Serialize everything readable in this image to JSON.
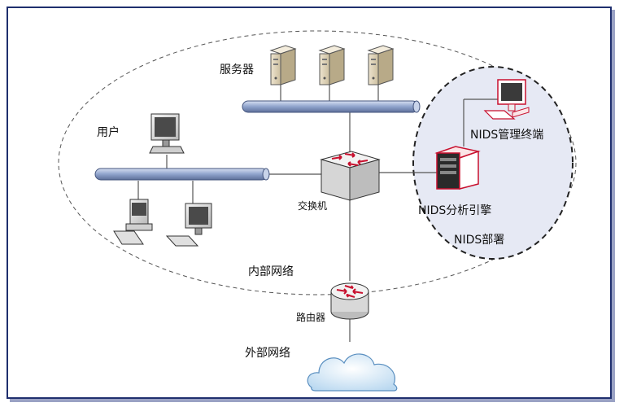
{
  "labels": {
    "servers": "服务器",
    "users": "用户",
    "switch": "交换机",
    "nids_console": "NIDS管理终端",
    "nids_engine": "NIDS分析引擎",
    "nids_deploy": "NIDS部署",
    "internal_net": "内部网络",
    "router": "路由器",
    "external_net": "外部网络"
  },
  "colors": {
    "frame": "#1f2f6e",
    "bus": "#8fa3cc",
    "nids_accent": "#c8102e",
    "nids_zone": "#e6e9f4",
    "cloud": "#b9d8f0"
  }
}
